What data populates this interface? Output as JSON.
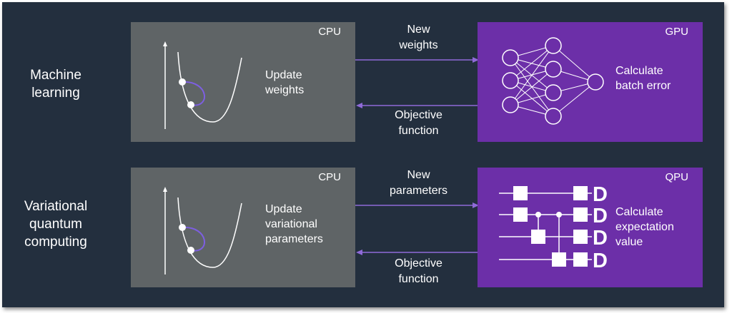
{
  "rows": [
    {
      "label": "Machine\nlearning",
      "left_panel": {
        "tag": "CPU",
        "text": "Update\nweights"
      },
      "top_arrow_label": "New\nweights",
      "bottom_arrow_label": "Objective\nfunction",
      "right_panel": {
        "tag": "GPU",
        "text": "Calculate\nbatch error"
      }
    },
    {
      "label": "Variational\nquantum\ncomputing",
      "left_panel": {
        "tag": "CPU",
        "text": "Update\nvariational\nparameters"
      },
      "top_arrow_label": "New\nparameters",
      "bottom_arrow_label": "Objective\nfunction",
      "right_panel": {
        "tag": "QPU",
        "text": "Calculate\nexpectation\nvalue"
      }
    }
  ],
  "measurement_glyph": "D",
  "colors": {
    "background": "#232f3e",
    "cpu_panel": "#5f6466",
    "accelerator_panel": "#6c2fa8",
    "arrow": "#8f6ad8",
    "curve_highlight": "#7d5fe0"
  }
}
